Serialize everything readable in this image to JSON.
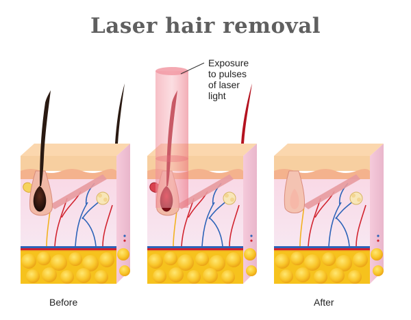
{
  "title": "Laser hair removal",
  "callout": {
    "lines": [
      "Exposure",
      "to pulses",
      "of laser",
      "light"
    ]
  },
  "captions": {
    "before": "Before",
    "after": "After"
  },
  "colors": {
    "epidermis": "#f7cfa0",
    "dermis": "#f8dbe8",
    "fat": "#f6c21d",
    "hair_before": "#2a1a12",
    "hair_heated": "#a11220",
    "laser_beam": "#e8707e",
    "artery": "#d1232e",
    "vein": "#2c63b8",
    "nerve": "#f2b21f"
  }
}
